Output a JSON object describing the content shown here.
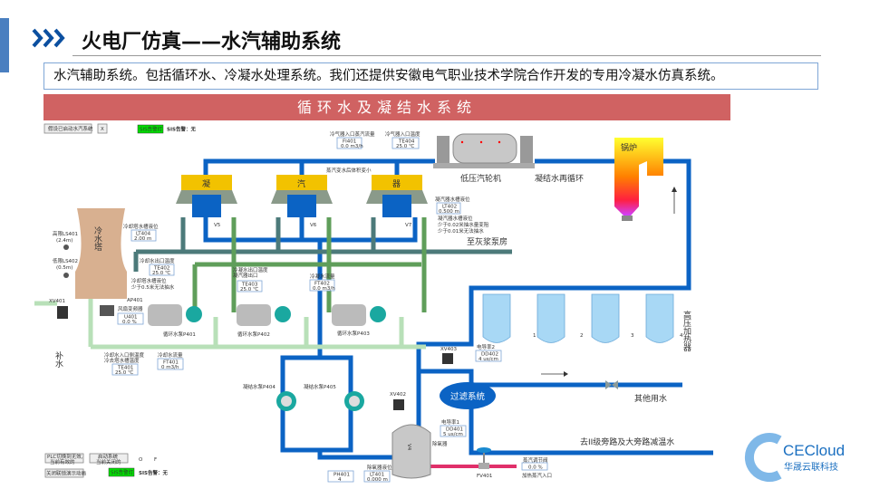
{
  "header": {
    "title": "火电厂仿真——水汽辅助系统",
    "chevron_icon": "triple-chevron-right",
    "accent": "#0b4fa0"
  },
  "description": "水汽辅助系统。包括循环水、冷凝水处理系统。我们还提供安徽电气职业技术学院合作开发的专用冷凝水仿真系统。",
  "banner": "循环水及凝结水系统",
  "colors": {
    "banner": "#d06262",
    "pipe_blue": "#0b63c4",
    "pipe_green": "#5f9e5a",
    "alarm_green": "#00e000",
    "condenser_yellow": "#f2c200"
  },
  "controls": {
    "start_water_steam": "假设已启动水汽系统",
    "close": "X",
    "sis_light": "SIS告警灯",
    "sis_status": "SIS告警：无",
    "plc_switch": "PLC切换到无效,",
    "plc_state": "当前有效的",
    "start_system": "启动系统",
    "start_state": "当前关闭的",
    "o": "O",
    "f": "F",
    "interlock_demo": "关闭联锁演示动画",
    "sis_light2": "SIS告警灯",
    "sis_status2": "SIS告警：无"
  },
  "labels": {
    "turbine": "低压汽轮机",
    "recirc": "凝结水再循环",
    "boiler": "锅炉",
    "steam_note": "蒸汽变水后体积变小",
    "cond1": "凝",
    "cond2": "汽",
    "cond3": "器",
    "v5": "V5",
    "v6": "V6",
    "v7": "V7",
    "v4": "V4",
    "to_ash": "至灰浆泵房",
    "tower": "冷水塔",
    "ls401": "高限LS401",
    "ls401_v": "(2.4m)",
    "ls402": "低限LS402",
    "ls402_v": "(0.5m)",
    "tower_note1": "冷却塔水槽液位",
    "tower_note2": "少于0.5米无法抽水",
    "cond_level_note1": "凝汽器水槽液位",
    "cond_level_note2": "少于0.02米抽水量变阻",
    "cond_level_note3": "少于0.01米无法抽水",
    "xv401": "XV401",
    "ap401": "AP401",
    "fan_vfd": "风扇变频器",
    "makeup": "补水",
    "p401": "循环水泵P401",
    "p402": "循环水泵P402",
    "p403": "循环水泵P403",
    "p404": "凝结水泵P404",
    "p405": "凝结水泵P405",
    "xv402": "XV402",
    "xv403": "XV403",
    "filter": "过滤系统",
    "deaerator": "除氧器",
    "fv401": "FV401",
    "steam_inlet": "加热蒸汽入口",
    "hp_heater": "高压加热器",
    "h1": "1",
    "h2": "2",
    "h3": "3",
    "h4": "4",
    "other_water": "其他用水",
    "bypass": "去II级旁路及大旁路减温水"
  },
  "instruments": {
    "fi401": {
      "title": "冷气器入口蒸汽流量",
      "tag": "FI401",
      "value": "0.0 m3/h"
    },
    "te404": {
      "title": "冷气器入口温度",
      "tag": "TE404",
      "value": "25.0 ℃"
    },
    "lt402": {
      "title": "凝汽器水槽液位",
      "tag": "LT402",
      "value": "0.500 m"
    },
    "lt404": {
      "title": "冷却塔水槽液位",
      "tag": "LT404",
      "value": "2.00 m"
    },
    "te402": {
      "title": "冷却水出口温度",
      "tag": "TE402",
      "value": "25.0 ℃"
    },
    "te403": {
      "title": "冷凝水出口温度",
      "title2": "凝汽器出口",
      "tag": "TE403",
      "value": "25.0 ℃"
    },
    "ft402": {
      "title": "冷凝水流量",
      "tag": "FT402",
      "value": "0.0 m3/h"
    },
    "u401": {
      "tag": "U401",
      "value": "0.0 %"
    },
    "te401": {
      "title": "冷却水入口侧温度",
      "title2": "冷去塔水槽温度",
      "tag": "TE401",
      "value": "25.0 ℃"
    },
    "ft401": {
      "title": "冷却水流量",
      "tag": "FT401",
      "value": "0 m3/h"
    },
    "dd402": {
      "title": "电导率2",
      "tag": "DD402",
      "value": "4 us/cm"
    },
    "dd401": {
      "title": "电导率1",
      "tag": "DD401",
      "value": "5 us/cm"
    },
    "lt401": {
      "title": "除氧器液位",
      "tag": "LT401",
      "value": "0.000 m"
    },
    "ph401": {
      "tag": "PH401",
      "value": "4"
    },
    "steam_valve": {
      "title": "蒸汽调节阀",
      "value": "0.0 %"
    }
  },
  "logo": {
    "name": "CECloud",
    "cn": "华晟云联科技",
    "color": "#1a6fc0"
  }
}
